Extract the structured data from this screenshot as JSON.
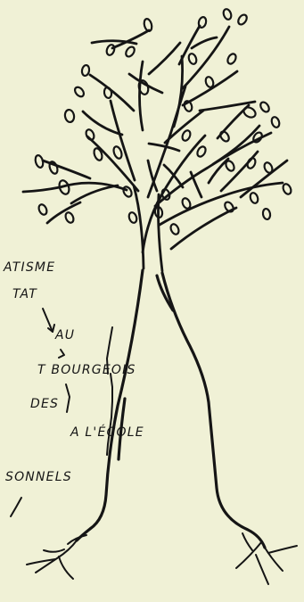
{
  "colors": {
    "paper": "#f0f1d6",
    "ink": "#151515"
  },
  "labels": [
    "ATISME",
    "TAT",
    "AU",
    "T BOURGEOIS",
    "DES",
    "A L'ÉCOLE",
    "SONNELS"
  ]
}
